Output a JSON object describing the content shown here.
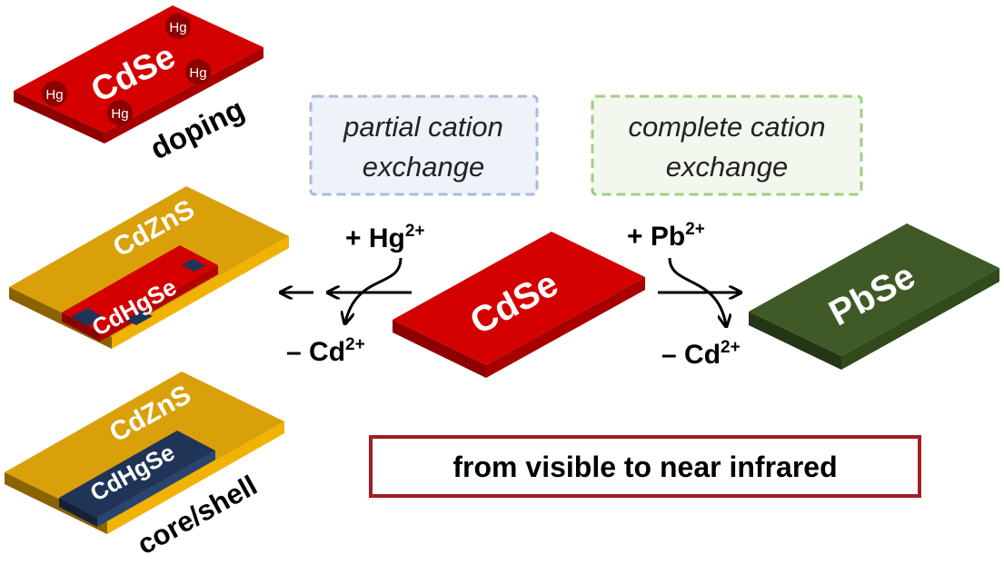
{
  "slabs": {
    "doping": {
      "material": "CdSe",
      "dopant": "Hg",
      "caption": "doping"
    },
    "alloy": {
      "shell": "CdZnS",
      "core": "CdHgSe"
    },
    "core_shell": {
      "shell": "CdZnS",
      "core": "CdHgSe",
      "caption": "core/shell"
    },
    "center": {
      "material": "CdSe"
    },
    "product": {
      "material": "PbSe"
    }
  },
  "boxes": {
    "partial": {
      "line1": "partial cation",
      "line2": "exchange",
      "border_color": "#a9bcdc",
      "fill_color": "#eef2f9"
    },
    "complete": {
      "line1": "complete cation",
      "line2": "exchange",
      "border_color": "#9fcf84",
      "fill_color": "#f2f8ee"
    }
  },
  "ions": {
    "hg_in": {
      "sign": "+ ",
      "ion": "Hg",
      "charge": "2+"
    },
    "cd_out_left": {
      "sign": "– ",
      "ion": "Cd",
      "charge": "2+"
    },
    "pb_in": {
      "sign": "+ ",
      "ion": "Pb",
      "charge": "2+"
    },
    "cd_out_right": {
      "sign": "– ",
      "ion": "Cd",
      "charge": "2+"
    }
  },
  "banner": {
    "text": "from visible to near infrared",
    "border_color": "#a01d24"
  },
  "colors": {
    "cdse_red": "#d40000",
    "cdse_red_dark": "#8e0000",
    "shell_gold": "#d9a00a",
    "shell_gold_dark": "#8a6200",
    "core_navy": "#1f3457",
    "pbse_green": "#3f5a26",
    "pbse_green_dark": "#243617"
  }
}
